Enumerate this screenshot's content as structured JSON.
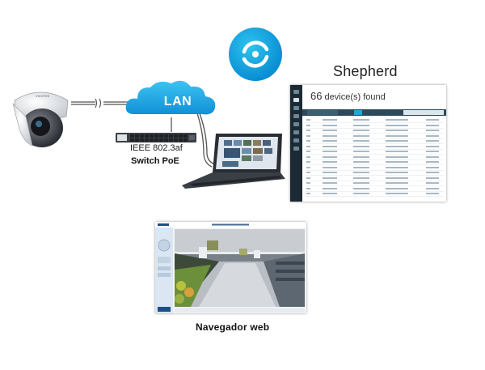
{
  "diagram": {
    "lan_label": "LAN",
    "switch": {
      "standard": "IEEE 802.3af",
      "name": "Switch PoE"
    },
    "shepherd": {
      "title": "Shepherd",
      "device_count": "66",
      "device_count_suffix": "device(s) found",
      "table_rows": 15
    },
    "browser": {
      "label": "Navegador web"
    },
    "colors": {
      "cloud": "#1aa3e3",
      "logo": "#0a8fd4",
      "shepherd_sidebar": "#1b2a35"
    }
  }
}
